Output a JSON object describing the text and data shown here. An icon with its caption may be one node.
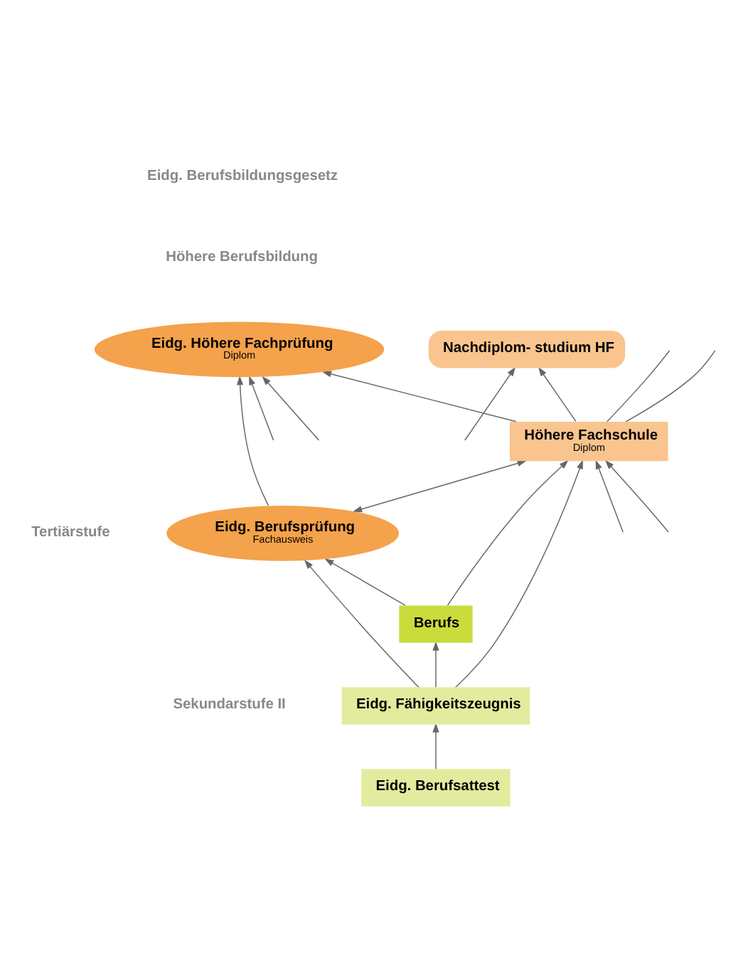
{
  "diagram": {
    "nodes": [
      {
        "text": [
          "Eidg. Höhere Fachprüfung",
          "Diplom"
        ]
      },
      {
        "text": [
          "Nachdiplom- studium HF"
        ]
      },
      {
        "text": [
          "Eidg. Berufsprüfung",
          "Fachausweis"
        ]
      },
      {
        "text": [
          "Höhere Fachschule",
          "Diplom"
        ]
      },
      {
        "text": [
          "Berufs"
        ]
      },
      {
        "text": [
          "Eidg. Fähigkeitszeugnis"
        ]
      },
      {
        "text": [
          "Eidg. Berufsattest"
        ]
      }
    ],
    "edges": [
      {
        "from": null,
        "to": 0,
        "arrow": "to"
      },
      {
        "from": 2,
        "to": 0,
        "arrow": "to"
      },
      {
        "from": 3,
        "to": 0,
        "arrow": "to"
      },
      {
        "from": null,
        "to": 0,
        "arrow": "to"
      },
      {
        "from": 3,
        "to": 1,
        "arrow": "to"
      },
      {
        "from": null,
        "to": 1,
        "arrow": "to"
      },
      {
        "from": 2,
        "to": 3,
        "arrow": "both"
      },
      {
        "from": 3,
        "to": null,
        "arrow": "none"
      },
      {
        "from": 3,
        "to": null,
        "arrow": "none"
      },
      {
        "from": 5,
        "to": 3,
        "arrow": "to"
      },
      {
        "from": null,
        "to": 3,
        "arrow": "to"
      },
      {
        "from": 4,
        "to": 3,
        "arrow": "to"
      },
      {
        "from": null,
        "to": 3,
        "arrow": "to"
      },
      {
        "from": 5,
        "to": 2,
        "arrow": "to"
      },
      {
        "from": 4,
        "to": 2,
        "arrow": "to"
      },
      {
        "from": 5,
        "to": 4,
        "arrow": "to"
      },
      {
        "from": 6,
        "to": 5,
        "arrow": "to"
      }
    ],
    "labels": [
      "Eidg. Berufsbildungsgesetz",
      "Höhere Berufsbildung",
      "Tertiärstufe",
      "Sekundarstufe II"
    ]
  }
}
